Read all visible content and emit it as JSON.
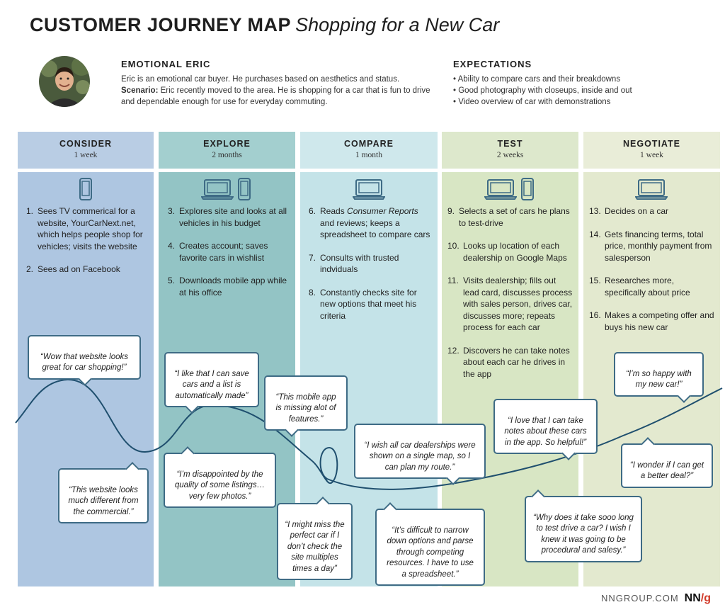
{
  "header": {
    "title": "CUSTOMER JOURNEY MAP",
    "subtitle": "Shopping for a New Car"
  },
  "persona": {
    "name": "EMOTIONAL ERIC",
    "description": "Eric is an emotional car buyer. He purchases based on aesthetics and status.",
    "scenario_label": "Scenario:",
    "scenario": " Eric recently moved to the area. He is shopping for a car that is fun to drive and dependable enough for use for everyday commuting."
  },
  "expectations": {
    "title": "EXPECTATIONS",
    "items": [
      "Ability to compare cars and their breakdowns",
      "Good photography with closeups, inside and out",
      "Video overview of car with demonstrations"
    ]
  },
  "colors": {
    "consider": {
      "head": "#b9cde4",
      "bg": "#aec6e1"
    },
    "explore": {
      "head": "#a3cfcf",
      "bg": "#93c4c5"
    },
    "compare": {
      "head": "#cfe8ec",
      "bg": "#c4e3e8"
    },
    "test": {
      "head": "#dde8cc",
      "bg": "#d8e6c4"
    },
    "negotiate": {
      "head": "#e9edd8",
      "bg": "#e3e9cf"
    },
    "outline": "#3e6b85",
    "curve": "#1f4f6e",
    "brand_accent": "#d13b2a"
  },
  "stages": [
    {
      "name": "CONSIDER",
      "duration": "1 week",
      "devices": [
        "phone-icon"
      ],
      "steps": [
        {
          "n": "1.",
          "text": "Sees TV commerical for a website, YourCarNext.net, which helps people shop for vehicles; visits the website"
        },
        {
          "n": "2.",
          "text": "Sees ad on Facebook"
        }
      ]
    },
    {
      "name": "EXPLORE",
      "duration": "2 months",
      "devices": [
        "laptop-icon",
        "phone-icon"
      ],
      "steps": [
        {
          "n": "3.",
          "text": "Explores site and looks at all vehicles in his budget"
        },
        {
          "n": "4.",
          "text": "Creates account; saves favorite cars in wishlist"
        },
        {
          "n": "5.",
          "text": "Downloads mobile app while at his office"
        }
      ]
    },
    {
      "name": "COMPARE",
      "duration": "1 month",
      "devices": [
        "laptop-icon"
      ],
      "steps": [
        {
          "n": "6.",
          "text": "Reads Consumer Reports and reviews; keeps a spreadsheet to compare cars"
        },
        {
          "n": "7.",
          "text": "Consults with trusted indviduals"
        },
        {
          "n": "8.",
          "text": "Constantly checks site for new options that meet his criteria"
        }
      ]
    },
    {
      "name": "TEST",
      "duration": "2 weeks",
      "devices": [
        "laptop-icon",
        "phone-icon"
      ],
      "steps": [
        {
          "n": "9.",
          "text": "Selects a set of cars he plans to test-drive"
        },
        {
          "n": "10.",
          "text": "Looks up location of each dealership on Google Maps"
        },
        {
          "n": "11.",
          "text": "Visits dealership; fills out lead card, discusses process with sales person, drives car, discusses more; repeats process for each car"
        },
        {
          "n": "12.",
          "text": "Discovers he can take notes about each car he drives in the app"
        }
      ]
    },
    {
      "name": "NEGOTIATE",
      "duration": "1 week",
      "devices": [
        "laptop-icon"
      ],
      "steps": [
        {
          "n": "13.",
          "text": "Decides on a car"
        },
        {
          "n": "14.",
          "text": "Gets financing terms, total price, monthly payment from salesperson"
        },
        {
          "n": "15.",
          "text": "Researches more, specifically about price"
        },
        {
          "n": "16.",
          "text": "Makes a competing offer and buys his new car"
        }
      ]
    }
  ],
  "quotes": [
    {
      "id": "q1",
      "text": "“Wow that website looks\ngreat for car shopping!”"
    },
    {
      "id": "q2",
      "text": "“This website looks\nmuch different from\nthe commercial.”"
    },
    {
      "id": "q3",
      "text": "“I like that I can save\ncars and a list is\nautomatically made”"
    },
    {
      "id": "q4",
      "text": "“I’m disappointed by the\nquality of some listings…\nvery few photos.”"
    },
    {
      "id": "q5",
      "text": "“This mobile app\nis missing alot of\nfeatures.”"
    },
    {
      "id": "q6",
      "text": "“I might miss the\nperfect car if I\ndon’t check the\nsite multiples\ntimes a day”"
    },
    {
      "id": "q7",
      "text": "“I wish all car dealerships were\nshown on a single map, so I\ncan plan my route.”"
    },
    {
      "id": "q8",
      "text": "“It’s difficult to narrow\ndown options and parse\nthrough competing\nresources. I have to use\na spreadsheet.”"
    },
    {
      "id": "q9",
      "text": "“I love that I can take\nnotes about these cars\nin the app. So helpful!”"
    },
    {
      "id": "q10",
      "text": "“Why does it take sooo long\nto test drive a car? I wish I\nknew it was going to be\nprocedural and salesy.”"
    },
    {
      "id": "q11",
      "text": "“I’m so happy with\nmy new car!”"
    },
    {
      "id": "q12",
      "text": "“I wonder if I can get\na better deal?”"
    }
  ],
  "footer": {
    "site": "NNGROUP.COM",
    "logo_a": "NN",
    "logo_b": "/g"
  }
}
